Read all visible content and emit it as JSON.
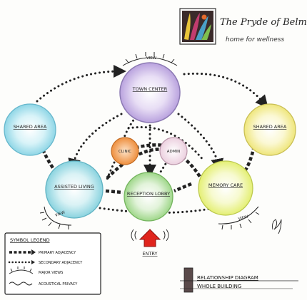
{
  "brand": {
    "name": "The Pryde of Belmar",
    "tagline": "home for wellness"
  },
  "nodes": {
    "town_center": "TOWN CENTER",
    "shared_area_left": "SHARED AREA",
    "shared_area_right": "SHARED AREA",
    "assisted_living": "ASSISTED LIVING",
    "memory_care": "MEMORY CARE",
    "reception_lobby": "RECEPTION LOBBY",
    "clinic": "CLINIC",
    "admin": "ADMIN"
  },
  "entry_label": "ENTRY",
  "view_label": "VIEW",
  "legend": {
    "title": "SYMBOL LEGEND",
    "items": [
      "PRIMARY ADJACENCY",
      "SECONDARY ADJACENCY",
      "MAJOR VIEWS",
      "ACOUSTICAL PRIVACY"
    ]
  },
  "relationship": {
    "title": "RELATIONSHIP DIAGRAM",
    "subtitle": "WHOLE BUILDING"
  },
  "colors": {
    "town_center": "#c9b8e6",
    "shared_left": "#a9e3ef",
    "shared_right": "#f6f0a6",
    "assisted": "#a7e2ea",
    "memory": "#eef59c",
    "reception": "#b7e3a5",
    "clinic": "#f2a35c",
    "admin": "#f1dde8",
    "entry_arrow": "#e0241c"
  }
}
